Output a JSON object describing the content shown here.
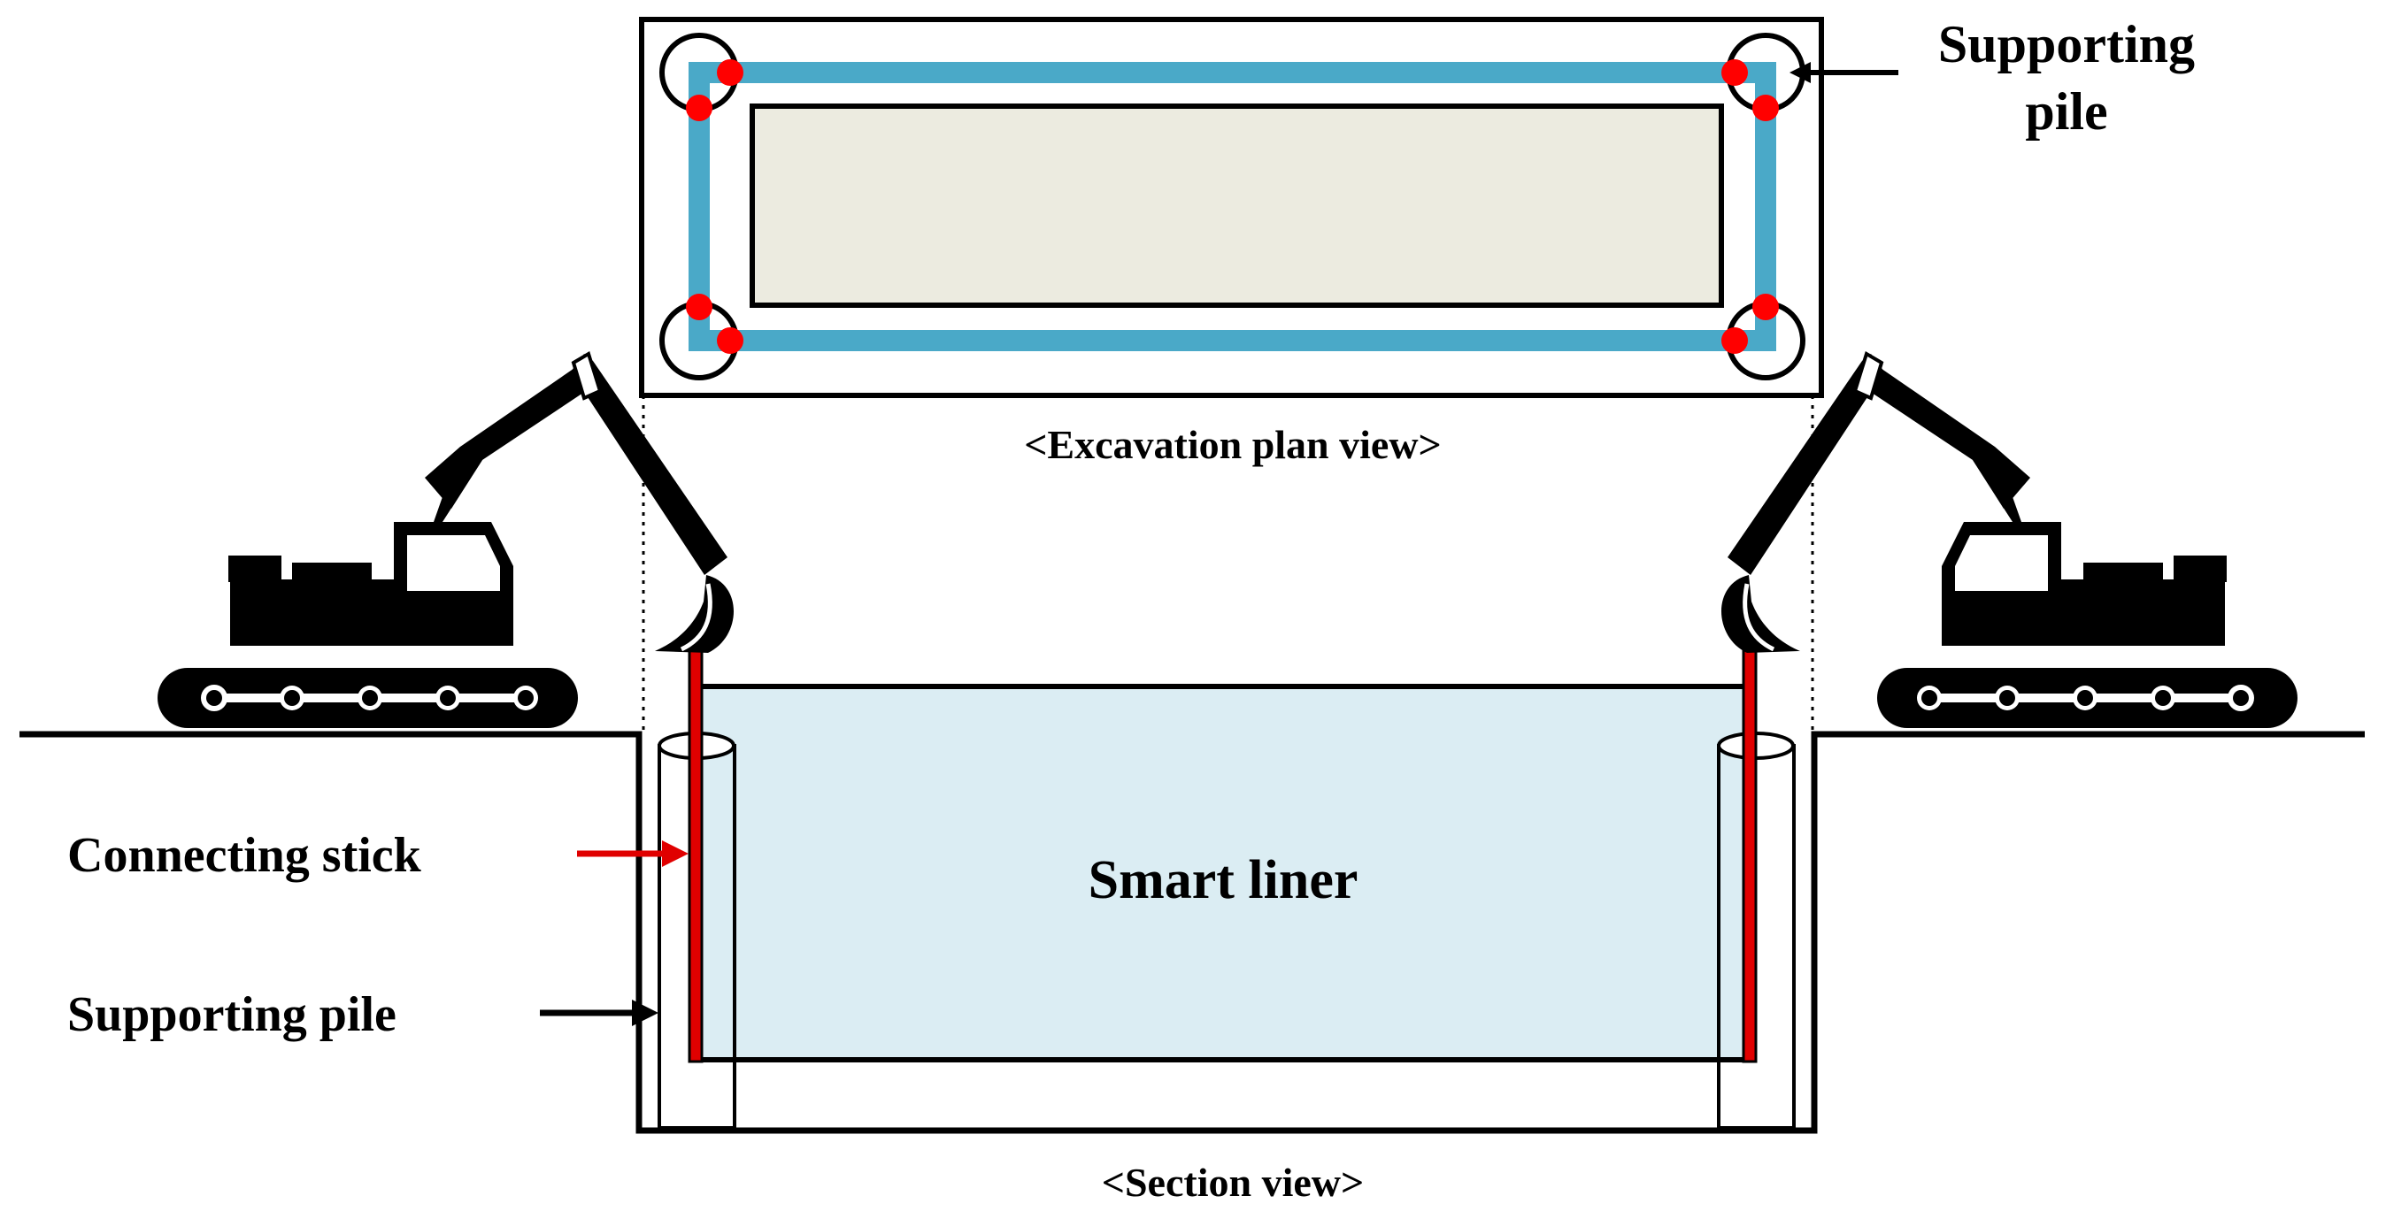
{
  "labels": {
    "plan_pile_line1": "Supporting",
    "plan_pile_line2": "pile",
    "plan_caption": "<Excavation plan view>",
    "connecting_stick": "Connecting stick",
    "section_pile": "Supporting pile",
    "smart_liner": "Smart liner",
    "section_caption": "<Section view>"
  },
  "colors": {
    "liner_frame": "#4aa9c8",
    "plan_interior": "#ecebe0",
    "liner_fill": "#dbedf3",
    "connector_dot": "#ff0000",
    "connecting_stick": "#e00000",
    "stroke": "#000000"
  },
  "icons": {
    "left_machine": "excavator-icon",
    "right_machine": "excavator-icon"
  }
}
